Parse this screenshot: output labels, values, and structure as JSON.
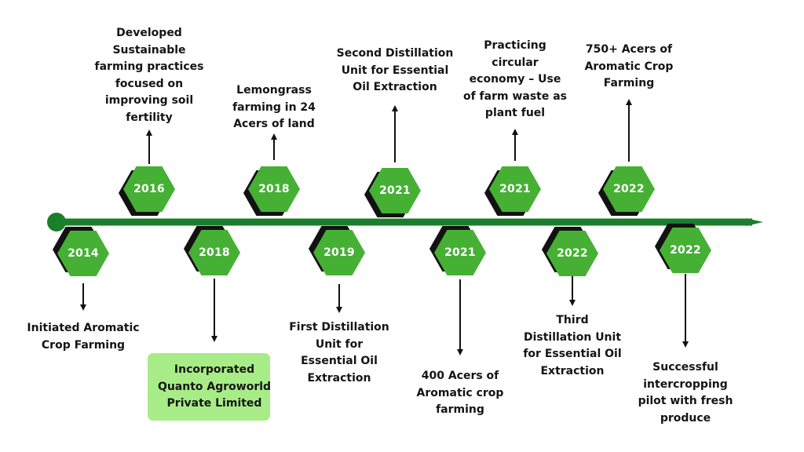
{
  "colors": {
    "line": "#1b7e2a",
    "hex_face": "#46b035",
    "hex_shadow": "#121212",
    "arrow": "#111111",
    "highlight_box": "#a8ec88",
    "text": "#141414"
  },
  "milestones": [
    {
      "year": "2014",
      "side": "below",
      "caption": [
        "Initiated Aromatic",
        "Crop Farming"
      ]
    },
    {
      "year": "2016",
      "side": "above",
      "caption": [
        "Developed",
        "Sustainable",
        "farming practices",
        "focused on",
        "improving soil",
        "fertility"
      ]
    },
    {
      "year": "2018",
      "side": "below",
      "caption": [
        "Incorporated",
        "Quanto Agroworld",
        "Private Limited"
      ],
      "highlighted": true
    },
    {
      "year": "2018",
      "side": "above",
      "caption": [
        "Lemongrass",
        "farming in 24",
        "Acers of land"
      ]
    },
    {
      "year": "2019",
      "side": "below",
      "caption": [
        "First Distillation",
        "Unit for",
        "Essential Oil",
        "Extraction"
      ]
    },
    {
      "year": "2021",
      "side": "above",
      "caption": [
        "Second Distillation",
        "Unit for Essential",
        "Oil Extraction"
      ]
    },
    {
      "year": "2021",
      "side": "below",
      "caption": [
        "400 Acers of",
        "Aromatic crop",
        "farming"
      ]
    },
    {
      "year": "2021",
      "side": "above",
      "caption": [
        "Practicing",
        "circular",
        "economy – Use",
        "of farm waste as",
        "plant fuel"
      ]
    },
    {
      "year": "2022",
      "side": "below",
      "caption": [
        "Third",
        "Distillation Unit",
        "for Essential Oil",
        "Extraction"
      ]
    },
    {
      "year": "2022",
      "side": "above",
      "caption": [
        "750+ Acers of",
        "Aromatic Crop",
        "Farming"
      ]
    },
    {
      "year": "2022",
      "side": "below",
      "caption": [
        "Successful",
        "intercropping",
        "pilot with fresh",
        "produce"
      ]
    }
  ]
}
